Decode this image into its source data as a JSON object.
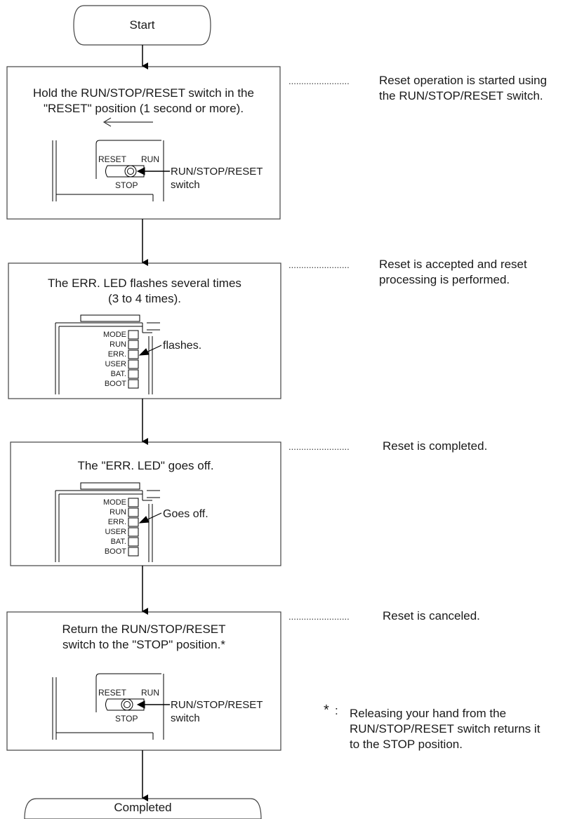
{
  "start": "Start",
  "end": "Completed",
  "steps": [
    {
      "text_line1": "Hold the RUN/STOP/RESET switch in the",
      "text_line2": "\"RESET\" position (1 second or more).",
      "note_line1": "Reset operation is started using",
      "note_line2": "the RUN/STOP/RESET switch.",
      "switch": {
        "reset": "RESET",
        "run": "RUN",
        "stop": "STOP",
        "callout_line1": "RUN/STOP/RESET",
        "callout_line2": "switch"
      }
    },
    {
      "text_line1": "The ERR. LED flashes several times",
      "text_line2": "(3 to 4 times).",
      "note_line1": "Reset is accepted and reset",
      "note_line2": "processing is performed.",
      "leds": [
        "MODE",
        "RUN",
        "ERR.",
        "USER",
        "BAT.",
        "BOOT"
      ],
      "callout": "flashes."
    },
    {
      "text_line1": "The \"ERR. LED\" goes off.",
      "note_line1": "Reset is completed.",
      "leds": [
        "MODE",
        "RUN",
        "ERR.",
        "USER",
        "BAT.",
        "BOOT"
      ],
      "callout": "Goes off."
    },
    {
      "text_line1": "Return the RUN/STOP/RESET",
      "text_line2": "switch to the \"STOP\" position.*",
      "note_line1": "Reset is canceled.",
      "switch": {
        "reset": "RESET",
        "run": "RUN",
        "stop": "STOP",
        "callout_line1": "RUN/STOP/RESET",
        "callout_line2": "switch"
      }
    }
  ],
  "footnote": {
    "mark": "*",
    "colon": ":",
    "line1": "Releasing your hand from the",
    "line2": "RUN/STOP/RESET switch returns it",
    "line3": "to the STOP position."
  },
  "dotted_leader": "........................"
}
